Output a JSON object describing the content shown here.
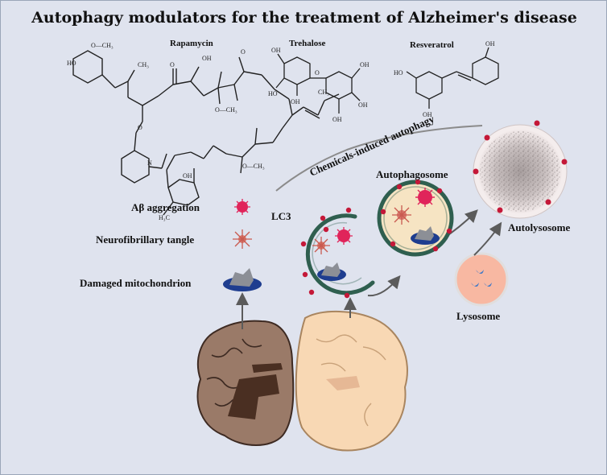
{
  "title": "Autophagy modulators for the treatment of Alzheimer's disease",
  "chemicals": {
    "rapamycin": "Rapamycin",
    "trehalose": "Trehalose",
    "resveratrol": "Resveratrol",
    "atom_o": "O",
    "atom_n": "N",
    "atom_oh": "OH",
    "atom_ho": "HO",
    "atom_och3": "O—CH₃",
    "atom_ch3": "CH₃",
    "atom_h3c": "H₃C"
  },
  "labels": {
    "abeta": "Aβ aggregation",
    "tangle": "Neurofibrillary tangle",
    "mito": "Damaged mitochondrion",
    "lc3": "LC3",
    "induced": "Chemicals-induced autophagy",
    "autophagosome": "Autophagosome",
    "autolysosome": "Autolysosome",
    "lysosome": "Lysosome"
  },
  "colors": {
    "background": "#dfe3ee",
    "membrane": "#2f5f4f",
    "lc3_dot": "#c41838",
    "abeta": "#e0245a",
    "tangle": "#c95a50",
    "mito": "#1e3d8f",
    "brain_diseased": "#9a7a68",
    "brain_healthy": "#f8d8b4",
    "lumen": "#f6e4c3",
    "lysosome": "#f8b8a2",
    "enzyme": "#3a78c8"
  },
  "icons": [
    "abeta-aggregate-icon",
    "tangle-icon",
    "mitochondrion-icon",
    "brain-icon",
    "enzyme-icon"
  ]
}
